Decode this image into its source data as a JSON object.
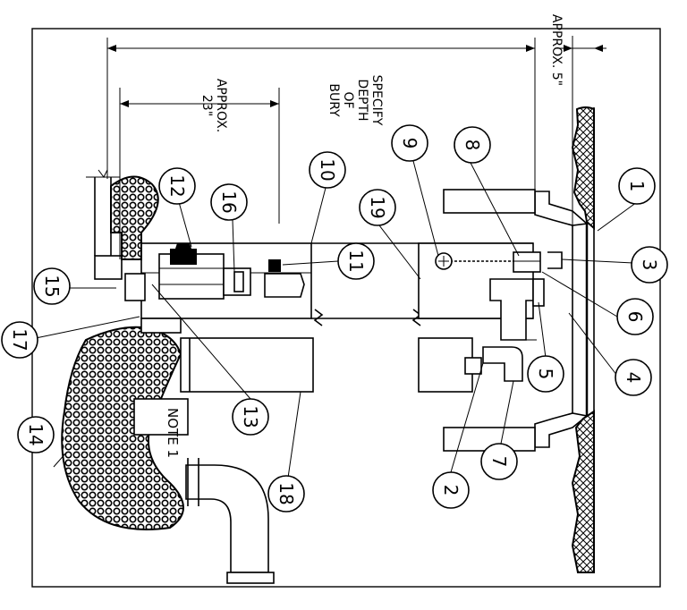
{
  "dimensions": {
    "bury_label": [
      "SPECIFY",
      "DEPTH",
      "OF",
      "BURY"
    ],
    "approx_23": [
      "APPROX.",
      "23\""
    ],
    "approx_5": "APPROX. 5\""
  },
  "note_label": "NOTE 1",
  "callouts": [
    "1",
    "2",
    "3",
    "4",
    "5",
    "6",
    "7",
    "8",
    "9",
    "10",
    "11",
    "12",
    "13",
    "14",
    "15",
    "16",
    "17",
    "18",
    "19"
  ]
}
